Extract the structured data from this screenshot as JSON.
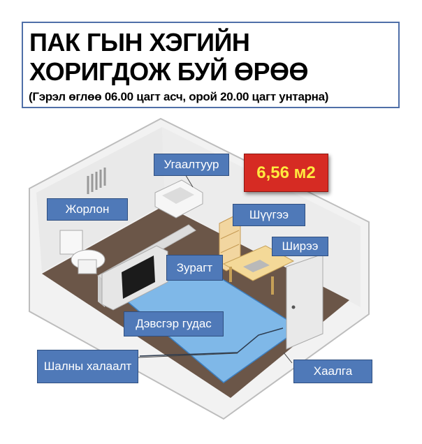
{
  "title": {
    "line1": "ПАК ГЫН ХЭГИЙН",
    "line2": "ХОРИГДОЖ БУЙ ӨРӨӨ",
    "subtitle": "(Гэрэл өглөө 06.00 цагт асч, орой 20.00 цагт унтарна)"
  },
  "area": "6,56 м2",
  "labels": {
    "sink": "Угаалтуур",
    "toilet": "Жорлон",
    "shelf": "Шүүгээ",
    "desk": "Ширээ",
    "picture": "Зурагт",
    "mattress": "Дэвсгэр гудас",
    "floor_heating": "Шалны халаалт",
    "door": "Хаалга"
  },
  "colors": {
    "label_bg": "#4f79b8",
    "badge_bg": "#d62b23",
    "badge_text": "#ffea3f",
    "floor": "#6b5648",
    "mattress": "#7fb8e8"
  }
}
